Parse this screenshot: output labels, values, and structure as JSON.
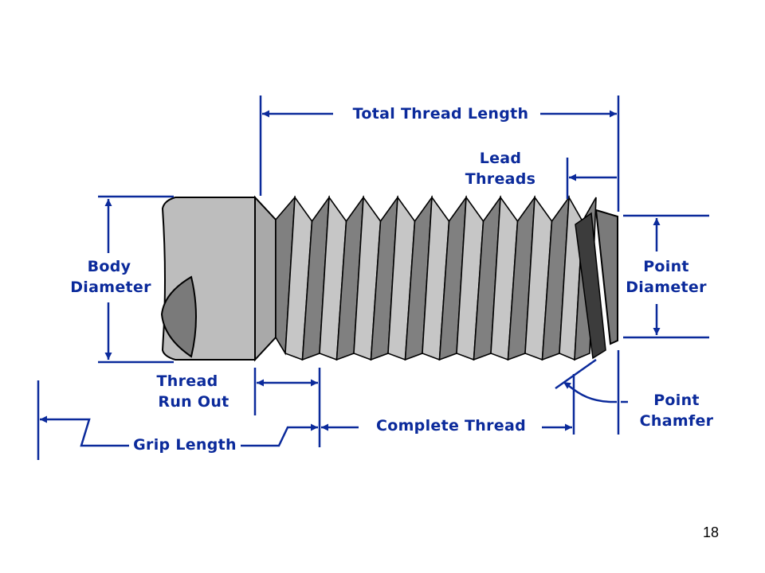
{
  "labels": {
    "total_thread_length": "Total Thread Length",
    "lead_threads": [
      "Lead",
      "Threads"
    ],
    "body_diameter": [
      "Body",
      "Diameter"
    ],
    "point_diameter": [
      "Point",
      "Diameter"
    ],
    "thread_run_out": [
      "Thread",
      "Run Out"
    ],
    "point_chamfer": [
      "Point",
      "Chamfer"
    ],
    "complete_thread": "Complete Thread",
    "grip_length": "Grip Length"
  },
  "page_number": "18",
  "colors": {
    "dimension_line": "#0B2A9B",
    "label_text": "#0B2A9B",
    "outline": "#000000",
    "body_fill": "#BDBDBD",
    "slot_fill": "#7A7A7A",
    "flank_light": "#C6C6C6",
    "flank_dark": "#808080",
    "flank_darkest": "#3C3C3C"
  }
}
